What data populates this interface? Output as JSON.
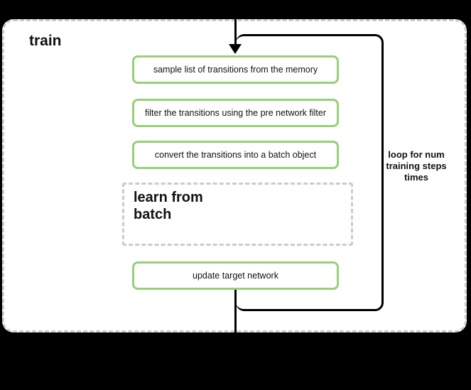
{
  "diagram": {
    "frame_label": "train",
    "loop_label": "loop for num\ntraining steps\ntimes",
    "nodes": {
      "step1": "sample list of transitions from the memory",
      "step2": "filter the transitions using the pre network filter",
      "step3": "convert the transitions into a batch object",
      "subprocess": "learn from\nbatch",
      "step4": "update target network"
    },
    "colors": {
      "node_border_green": "#97d077",
      "dashed_border_gray": "#cccccc",
      "loop_border_black": "#000000",
      "background_black": "#000000",
      "text_black": "#111111"
    }
  }
}
